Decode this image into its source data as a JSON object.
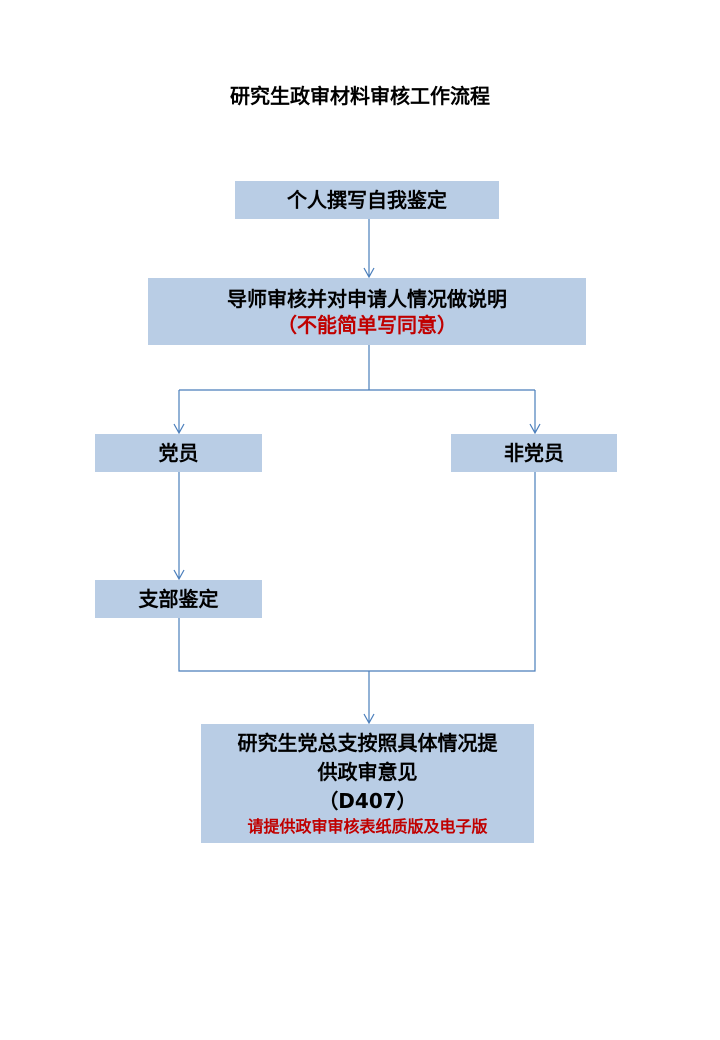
{
  "title": "研究生政审材料审核工作流程",
  "nodes": {
    "self_assessment": "个人撰写自我鉴定",
    "advisor_review": "导师审核并对申请人情况做说明",
    "advisor_note": "（不能简单写同意）",
    "party_member": "党员",
    "non_party_member": "非党员",
    "branch_assessment": "支部鉴定",
    "final_line1": "研究生党总支按照具体情况提",
    "final_line2": "供政审意见",
    "final_room": "（D407）",
    "final_note": "请提供政审审核表纸质版及电子版"
  },
  "colors": {
    "box": "#b9cde5",
    "line": "#4a7ebb",
    "note": "#c00000"
  }
}
